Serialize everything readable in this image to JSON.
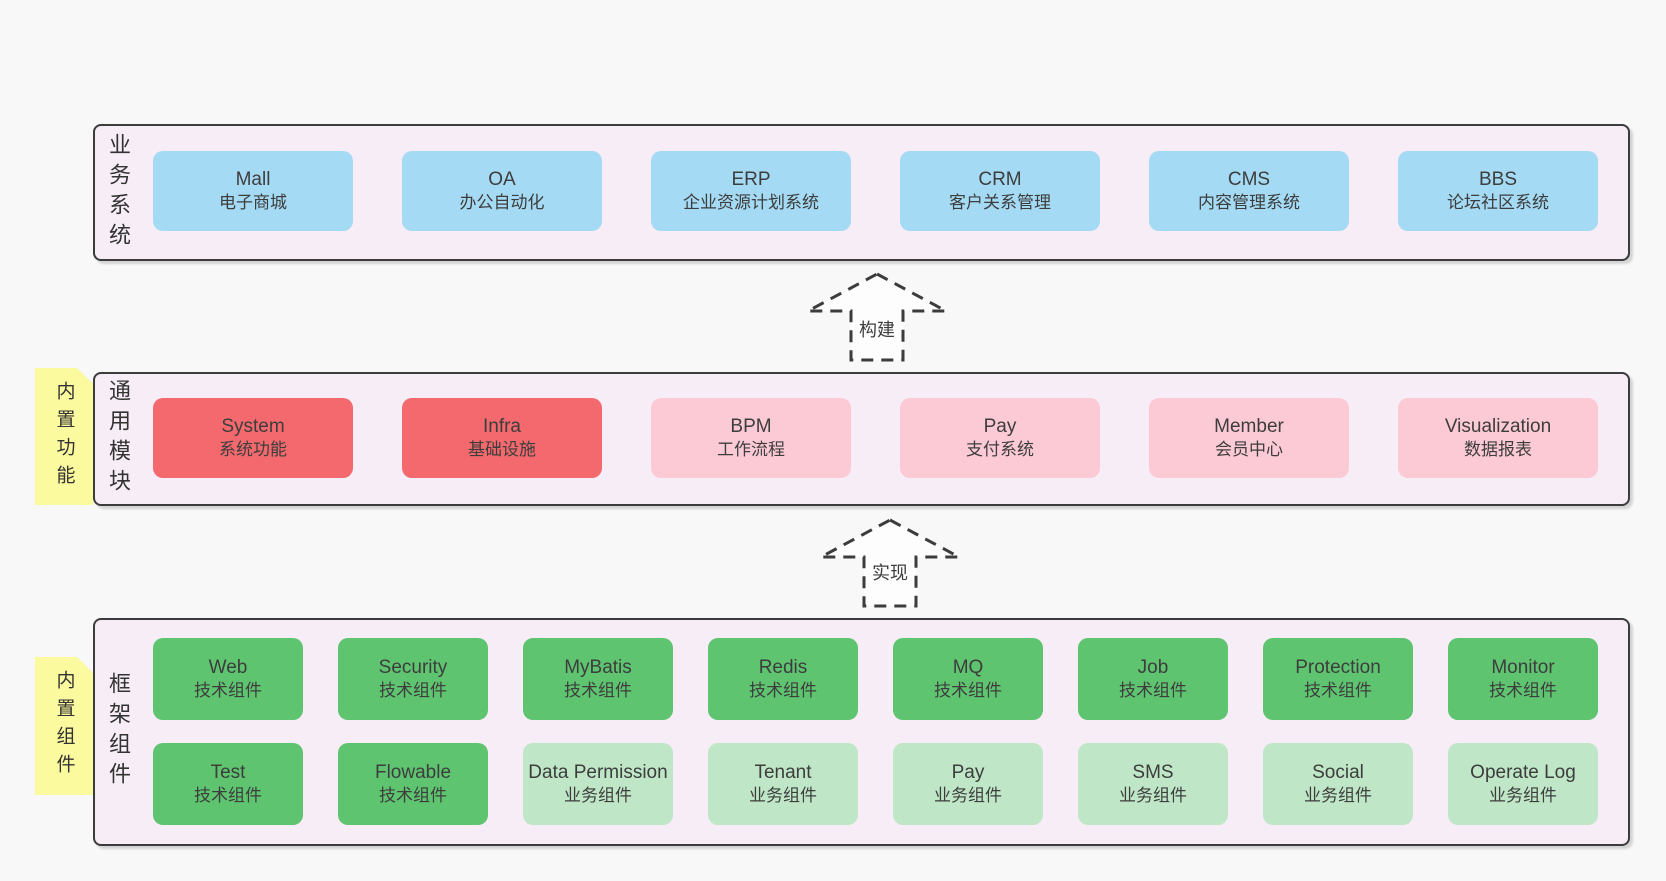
{
  "colors": {
    "page_bg": "#f8f8f8",
    "section_bg": "#f7edf6",
    "border": "#3c3c3c",
    "blue": "#a4daf3",
    "red": "#f3696d",
    "pink": "#fccad4",
    "green_dark": "#5ec470",
    "green_light": "#bfe7c7",
    "yellow": "#fcfa9e",
    "fold_gray": "#c8c8c8"
  },
  "arrows": {
    "build": {
      "label": "构建"
    },
    "implement": {
      "label": "实现"
    }
  },
  "sections": {
    "business": {
      "label": "业务系统",
      "boxes": [
        {
          "title": "Mall",
          "subtitle": "电子商城"
        },
        {
          "title": "OA",
          "subtitle": "办公自动化"
        },
        {
          "title": "ERP",
          "subtitle": "企业资源计划系统"
        },
        {
          "title": "CRM",
          "subtitle": "客户关系管理"
        },
        {
          "title": "CMS",
          "subtitle": "内容管理系统"
        },
        {
          "title": "BBS",
          "subtitle": "论坛社区系统"
        }
      ]
    },
    "modules": {
      "label": "通用模块",
      "sticky": "内置功能",
      "boxes": [
        {
          "title": "System",
          "subtitle": "系统功能",
          "variant": "red"
        },
        {
          "title": "Infra",
          "subtitle": "基础设施",
          "variant": "red"
        },
        {
          "title": "BPM",
          "subtitle": "工作流程",
          "variant": "pink"
        },
        {
          "title": "Pay",
          "subtitle": "支付系统",
          "variant": "pink"
        },
        {
          "title": "Member",
          "subtitle": "会员中心",
          "variant": "pink"
        },
        {
          "title": "Visualization",
          "subtitle": "数据报表",
          "variant": "pink"
        }
      ]
    },
    "components": {
      "label": "框架组件",
      "sticky": "内置组件",
      "row1": [
        {
          "title": "Web",
          "subtitle": "技术组件",
          "variant": "dark"
        },
        {
          "title": "Security",
          "subtitle": "技术组件",
          "variant": "dark"
        },
        {
          "title": "MyBatis",
          "subtitle": "技术组件",
          "variant": "dark"
        },
        {
          "title": "Redis",
          "subtitle": "技术组件",
          "variant": "dark"
        },
        {
          "title": "MQ",
          "subtitle": "技术组件",
          "variant": "dark"
        },
        {
          "title": "Job",
          "subtitle": "技术组件",
          "variant": "dark"
        },
        {
          "title": "Protection",
          "subtitle": "技术组件",
          "variant": "dark"
        },
        {
          "title": "Monitor",
          "subtitle": "技术组件",
          "variant": "dark"
        }
      ],
      "row2": [
        {
          "title": "Test",
          "subtitle": "技术组件",
          "variant": "dark"
        },
        {
          "title": "Flowable",
          "subtitle": "技术组件",
          "variant": "dark"
        },
        {
          "title": "Data Permission",
          "subtitle": "业务组件",
          "variant": "light"
        },
        {
          "title": "Tenant",
          "subtitle": "业务组件",
          "variant": "light"
        },
        {
          "title": "Pay",
          "subtitle": "业务组件",
          "variant": "light"
        },
        {
          "title": "SMS",
          "subtitle": "业务组件",
          "variant": "light"
        },
        {
          "title": "Social",
          "subtitle": "业务组件",
          "variant": "light"
        },
        {
          "title": "Operate Log",
          "subtitle": "业务组件",
          "variant": "light"
        }
      ]
    }
  }
}
